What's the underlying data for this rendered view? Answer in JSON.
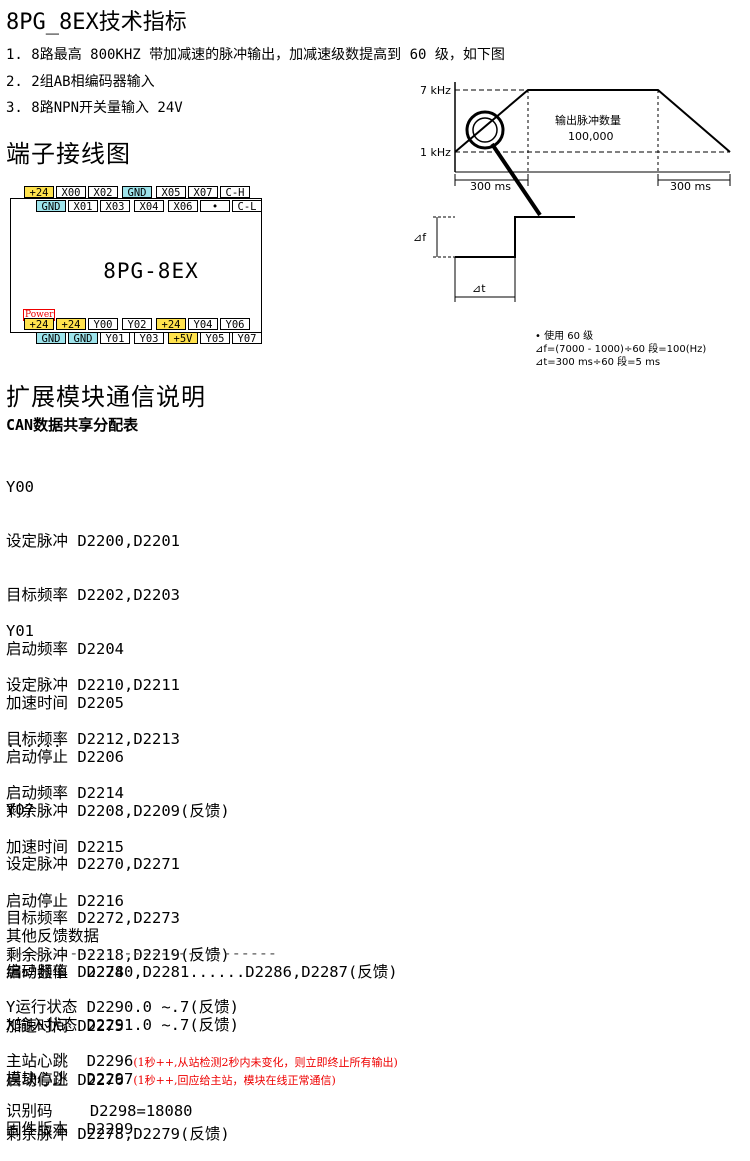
{
  "title": "8PG_8EX技术指标",
  "features": [
    "1. 8路最高 800KHZ 带加减速的脉冲输出，加减速级数提高到 60 级，如下图",
    "2. 2组AB相编码器输入",
    "3. 8路NPN开关量输入 24V"
  ],
  "wiring_title": "端子接线图",
  "module": {
    "name": "8PG-8EX",
    "power_label": "Power",
    "top_row1": [
      "+24",
      "X00",
      "X02",
      "GND",
      "X05",
      "X07",
      "C-H"
    ],
    "top_row2": [
      "GND",
      "X01",
      "X03",
      "X04",
      "X06",
      "•",
      "C-L"
    ],
    "bottom_row1": [
      "+24",
      "+24",
      "Y00",
      "Y02",
      "+24",
      "Y04",
      "Y06"
    ],
    "bottom_row2": [
      "GND",
      "GND",
      "Y01",
      "Y03",
      "+5V",
      "Y05",
      "Y07"
    ]
  },
  "diagram": {
    "freq_high": "7 kHz",
    "freq_low": "1 kHz",
    "center_label": "输出脉冲数量",
    "center_value": "100,000",
    "accel_time": "300 ms",
    "decel_time": "300 ms",
    "delta_f": "⊿f",
    "delta_t": "⊿t",
    "notes": [
      "• 使用 60 级",
      "⊿f=(7000 - 1000)÷60 段=100(Hz)",
      "⊿t=300 ms÷60 段=5 ms"
    ]
  },
  "comm_title": "扩展模块通信说明",
  "can_title": "CAN数据共享分配表",
  "groups": [
    {
      "name": "Y00",
      "lines": [
        "设定脉冲 D2200,D2201",
        "目标频率 D2202,D2203",
        "启动频率 D2204",
        "加速时间 D2205",
        "启动停止 D2206",
        "剩余脉冲 D2208,D2209(反馈)"
      ]
    },
    {
      "name": "Y01",
      "lines": [
        "设定脉冲 D2210,D2211",
        "目标频率 D2212,D2213",
        "启动频率 D2214",
        "加速时间 D2215",
        "启动停止 D2216",
        "剩余脉冲 D2218,D2219(反馈)"
      ]
    },
    {
      "name": "Y07",
      "lines": [
        "设定脉冲 D2270,D2271",
        "目标频率 D2272,D2273",
        "启动频率 D2274",
        "加速时间 D2275",
        "启动停止 D2276",
        "剩余脉冲 D2278,D2279(反馈)"
      ]
    }
  ],
  "ellipsis": "......",
  "other_title": "其他反馈数据",
  "divider": "------------------------------",
  "encoder": "编码器值  D2280,D2281......D2286,D2287(反馈)",
  "y_status": "Y运行状态 D2290.0 ~.7(反馈)",
  "x_status": "X输入状态 D2291.0 ~.7(反馈)",
  "master_hb": "主站心跳  D2296",
  "master_hb_note": "(1秒++,从站检测2秒内未变化，则立即终止所有输出)",
  "module_hb": "模块心跳  D2297",
  "module_hb_note": "(1秒++,回应给主站，模块在线正常通信)",
  "ident": "识别码    D2298=18080",
  "firmware": "固件版本  D2299"
}
